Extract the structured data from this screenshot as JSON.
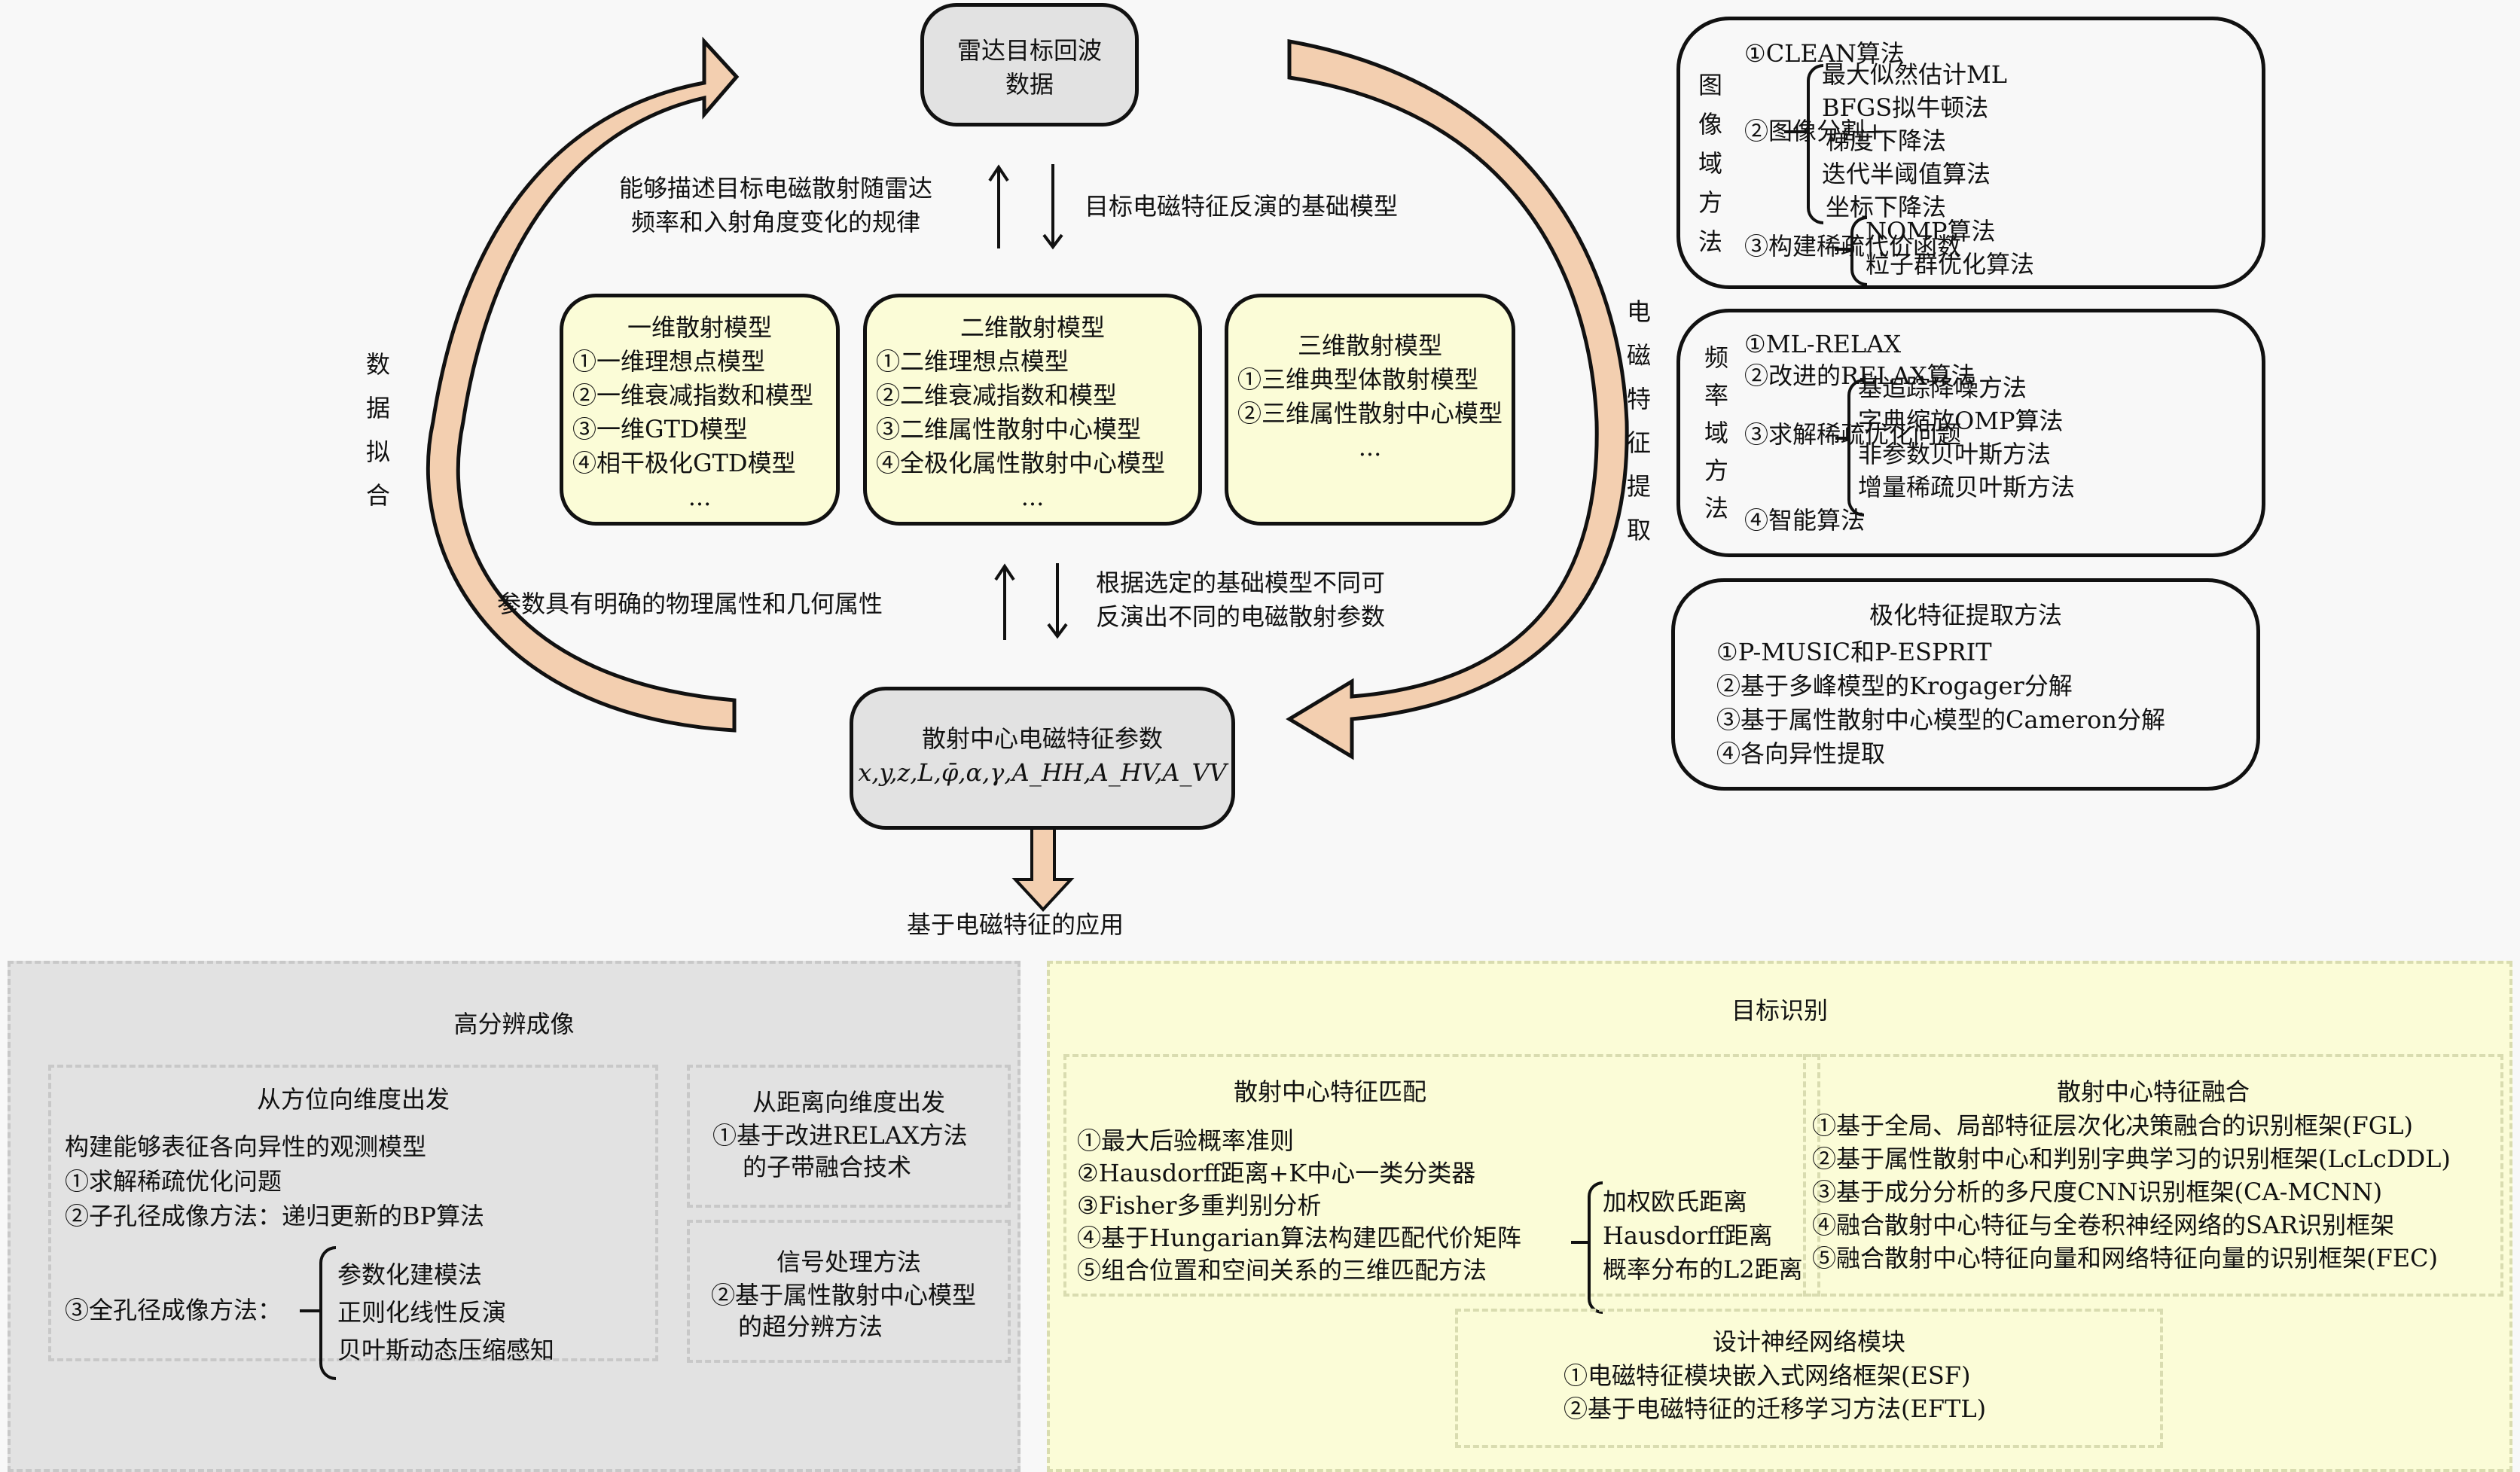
{
  "top_box": {
    "line1": "雷达目标回波",
    "line2": "数据"
  },
  "up_label": {
    "line1": "能够描述目标电磁散射随雷达",
    "line2": "频率和入射角度变化的规律"
  },
  "down_label": "目标电磁特征反演的基础模型",
  "left_cycle_label": [
    "数",
    "据",
    "拟",
    "合"
  ],
  "right_cycle_label": [
    "电",
    "磁",
    "特",
    "征",
    "提",
    "取"
  ],
  "models": [
    {
      "title": "一维散射模型",
      "items": [
        "①一维理想点模型",
        "②一维衰减指数和模型",
        "③一维GTD模型",
        "④相干极化GTD模型"
      ],
      "more": "..."
    },
    {
      "title": "二维散射模型",
      "items": [
        "①二维理想点模型",
        "②二维衰减指数和模型",
        "③二维属性散射中心模型",
        "④全极化属性散射中心模型"
      ],
      "more": "..."
    },
    {
      "title": "三维散射模型",
      "items": [
        "①三维典型体散射模型",
        "②三维属性散射中心模型"
      ],
      "more": "..."
    }
  ],
  "param_label": "参数具有明确的物理属性和几何属性",
  "inverse_label": {
    "line1": "根据选定的基础模型不同可",
    "line2": "反演出不同的电磁散射参数"
  },
  "bottom_box": {
    "title": "散射中心电磁特征参数",
    "params": "x,y,z,L,φ̄,α,γ,A_HH,A_HV,A_VV"
  },
  "application_label": "基于电磁特征的应用",
  "image_domain": {
    "side_label": [
      "图",
      "像",
      "域",
      "方",
      "法"
    ],
    "item1": "①CLEAN算法",
    "item2": "②图像分割+",
    "item2_sub": [
      "最大似然估计ML",
      "BFGS拟牛顿法",
      "梯度下降法",
      "迭代半阈值算法",
      "坐标下降法"
    ],
    "item3": "③构建稀疏代价函数",
    "item3_sub": [
      "NOMP算法",
      "粒子群优化算法"
    ]
  },
  "freq_domain": {
    "side_label": [
      "频",
      "率",
      "域",
      "方",
      "法"
    ],
    "item1": "①ML-RELAX",
    "item2": "②改进的RELAX算法",
    "item3": "③求解稀疏优化问题",
    "item3_sub": [
      "基追踪降噪方法",
      "字典缩放OMP算法",
      "非参数贝叶斯方法",
      "增量稀疏贝叶斯方法"
    ],
    "item4": "④智能算法"
  },
  "polar": {
    "title": "极化特征提取方法",
    "items": [
      "①P-MUSIC和P-ESPRIT",
      "②基于多峰模型的Krogager分解",
      "③基于属性散射中心模型的Cameron分解",
      "④各向异性提取"
    ]
  },
  "hr_imaging": {
    "title": "高分辨成像",
    "azimuth": {
      "title": "从方位向维度出发",
      "intro": "构建能够表征各向异性的观测模型",
      "item1": "①求解稀疏优化问题",
      "item2": "②子孔径成像方法：递归更新的BP算法",
      "item3": "③全孔径成像方法：",
      "item3_sub": [
        "参数化建模法",
        "正则化线性反演",
        "贝叶斯动态压缩感知"
      ]
    },
    "range": {
      "title": "从距离向维度出发",
      "line1": "①基于改进RELAX方法",
      "line2": "的子带融合技术"
    },
    "signal": {
      "title": "信号处理方法",
      "line1": "②基于属性散射中心模型",
      "line2": "的超分辨方法"
    }
  },
  "recognition": {
    "title": "目标识别",
    "matching": {
      "title": "散射中心特征匹配",
      "items": [
        "①最大后验概率准则",
        "②Hausdorff距离+K中心一类分类器",
        "③Fisher多重判别分析",
        "④基于Hungarian算法构建匹配代价矩阵",
        "⑤组合位置和空间关系的三维匹配方法"
      ],
      "item4_sub": [
        "加权欧氏距离",
        "Hausdorff距离",
        "概率分布的L2距离"
      ]
    },
    "fusion": {
      "title": "散射中心特征融合",
      "items": [
        "①基于全局、局部特征层次化决策融合的识别框架(FGL)",
        "②基于属性散射中心和判别字典学习的识别框架(LcLcDDL)",
        "③基于成分分析的多尺度CNN识别框架(CA-MCNN)",
        "④融合散射中心特征与全卷积神经网络的SAR识别框架",
        "⑤融合散射中心特征向量和网络特征向量的识别框架(FEC)"
      ]
    },
    "network": {
      "title": "设计神经网络模块",
      "items": [
        "①电磁特征模块嵌入式网络框架(ESF)",
        "②基于电磁特征的迁移学习方法(EFTL)"
      ]
    }
  },
  "colors": {
    "arrow_fill": "#f3cfb0",
    "gray_box": "#e2e2e2",
    "yellow_box": "#fbfcd7"
  }
}
